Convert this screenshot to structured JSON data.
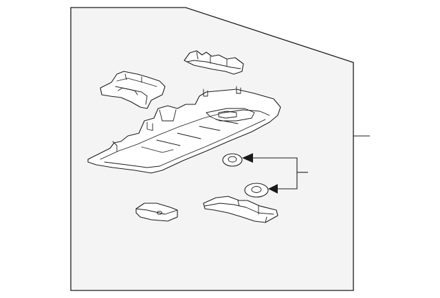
{
  "diagram": {
    "parts": [
      {
        "name": "overhead-console-housing"
      },
      {
        "name": "lamp-lens-left"
      },
      {
        "name": "lamp-lens-right"
      },
      {
        "name": "grommet-upper"
      },
      {
        "name": "grommet-lower"
      },
      {
        "name": "mounting-bracket-small"
      },
      {
        "name": "mounting-bracket-long"
      }
    ],
    "callouts": [
      {
        "name": "assembly-callout"
      },
      {
        "name": "grommet-callout"
      }
    ]
  }
}
